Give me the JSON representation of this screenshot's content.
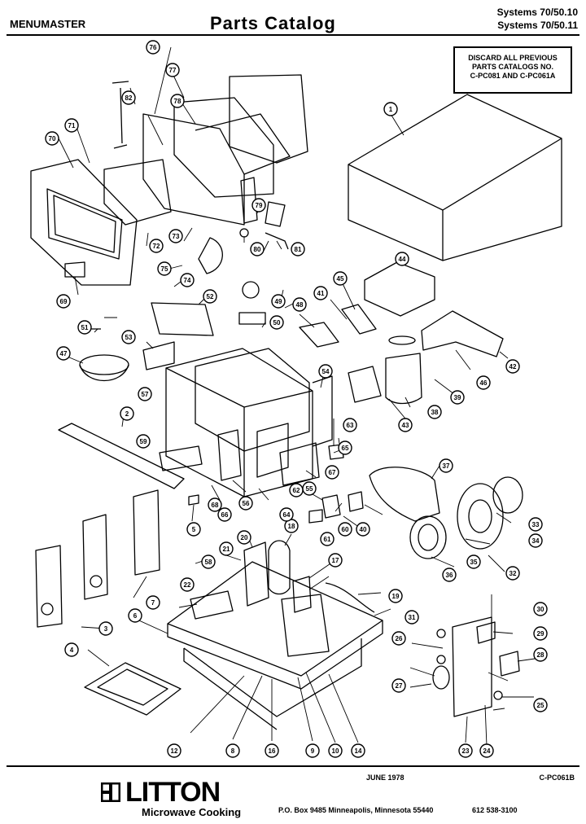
{
  "header": {
    "brand": "MENUMASTER",
    "title": "Parts Catalog",
    "systems_line1": "Systems 70/50.10",
    "systems_line2": "Systems 70/50.11"
  },
  "notice": {
    "line1": "DISCARD ALL PREVIOUS",
    "line2": "PARTS CATALOGS NO.",
    "line3": "C-PC081 AND C-PC061A"
  },
  "footer": {
    "date": "JUNE 1978",
    "catalog_number": "C-PC061B",
    "logo": "LITTON",
    "tagline": "Microwave Cooking",
    "address": "P.O. Box 9485   Minneapolis, Minnesota 55440",
    "phone": "612  538-3100"
  },
  "callouts": [
    "1",
    "2",
    "3",
    "4",
    "5",
    "6",
    "7",
    "8",
    "9",
    "10",
    "12",
    "14",
    "16",
    "17",
    "18",
    "19",
    "20",
    "21",
    "22",
    "23",
    "24",
    "25",
    "26",
    "27",
    "28",
    "29",
    "30",
    "31",
    "32",
    "33",
    "34",
    "35",
    "36",
    "37",
    "38",
    "39",
    "40",
    "41",
    "42",
    "43",
    "44",
    "45",
    "46",
    "47",
    "48",
    "49",
    "50",
    "51",
    "52",
    "53",
    "54",
    "55",
    "56",
    "57",
    "58",
    "59",
    "60",
    "61",
    "62",
    "63",
    "64",
    "65",
    "66",
    "67",
    "68",
    "69",
    "70",
    "71",
    "72",
    "73",
    "74",
    "75",
    "76",
    "77",
    "78",
    "79",
    "80",
    "81",
    "82"
  ]
}
